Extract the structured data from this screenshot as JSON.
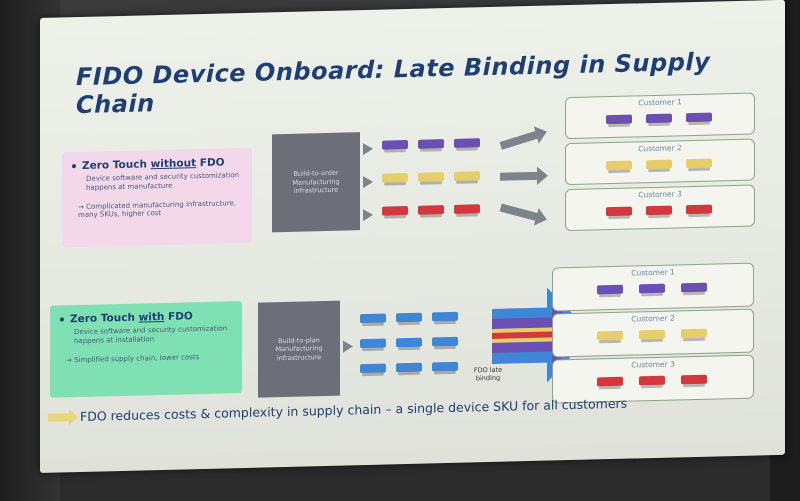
{
  "slide": {
    "title": "FIDO Device Onboard: Late Binding in Supply Chain",
    "top_panel": {
      "heading_prefix": "Zero Touch ",
      "heading_emph": "without",
      "heading_suffix": " FDO",
      "sub": "Device software and security customization happens at manufacture",
      "note": "→ Complicated manufacturing infrastructure, many SKUs, higher cost",
      "factory": "Build-to-order Manufacturing infrastructure",
      "customers": [
        "Customer 1",
        "Customer 2",
        "Customer 3"
      ]
    },
    "bottom_panel": {
      "heading_prefix": "Zero Touch ",
      "heading_emph": "with",
      "heading_suffix": " FDO",
      "sub": "Device software and security customization happens at installation",
      "note": "→ Simplified supply chain, lower costs",
      "factory": "Build-to-plan Manufacturing infrastructure",
      "late_binding": "FDO late binding",
      "customers": [
        "Customer 1",
        "Customer 2",
        "Customer 3"
      ]
    },
    "footer": "FDO reduces costs & complexity in supply chain – a single device SKU for all customers"
  },
  "colors": {
    "title": "#1f3f74",
    "purple": "#6a4fb4",
    "yellow": "#e6cf6a",
    "red": "#d2383d",
    "blue": "#3f86d6",
    "arrow_gray": "#7e838a",
    "pink_panel": "#f3d8ea",
    "green_panel": "#7fe0b3"
  }
}
